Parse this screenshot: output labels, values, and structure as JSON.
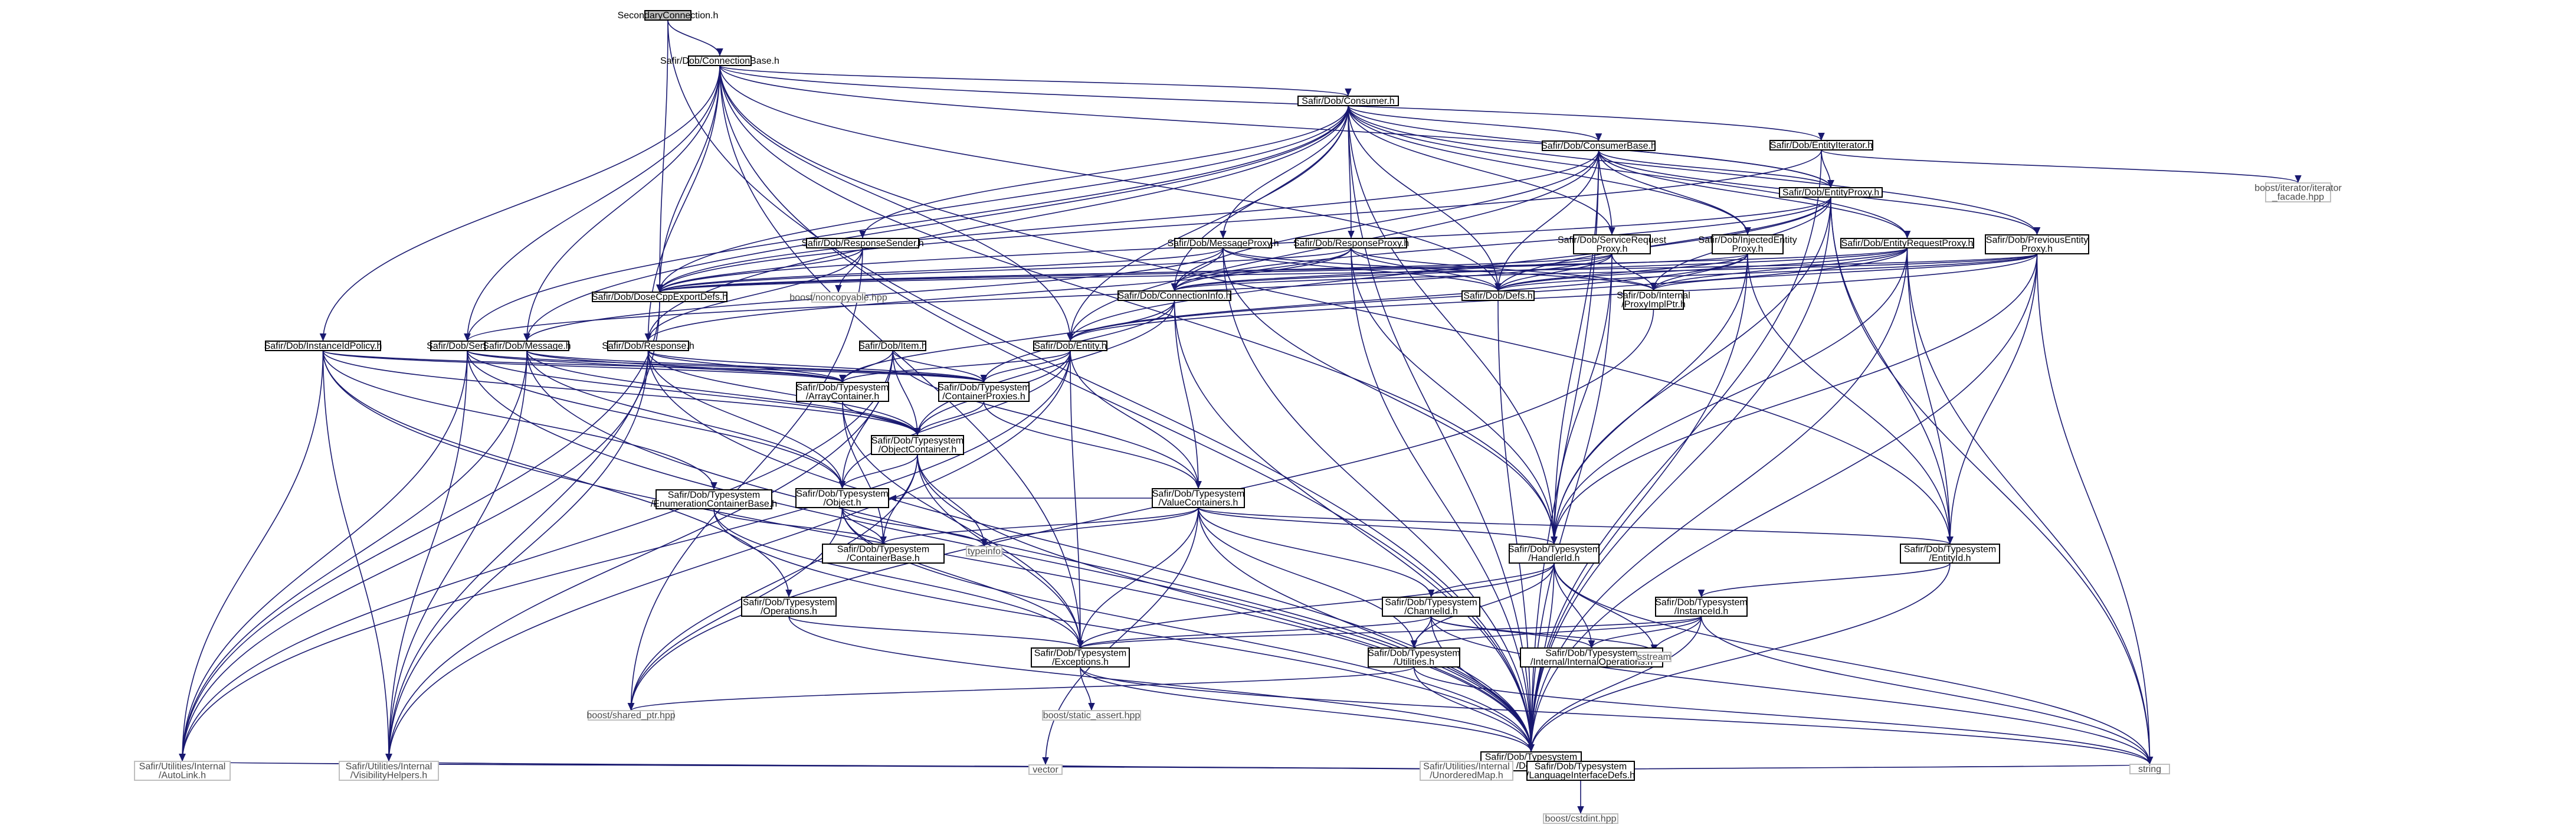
{
  "colors": {
    "edge": "#191970",
    "root_fill": "#bfbfbf",
    "node_border": "#000000",
    "external_border": "#bfbfbf",
    "background": "#ffffff"
  },
  "nodes": [
    {
      "id": "n0",
      "lines": [
        "SecondaryConnection.h"
      ],
      "kind": "root"
    },
    {
      "id": "n1",
      "lines": [
        "Safir/Dob/ConnectionBase.h"
      ],
      "kind": "normal"
    },
    {
      "id": "n2",
      "lines": [
        "Safir/Dob/Consumer.h"
      ],
      "kind": "normal"
    },
    {
      "id": "n3",
      "lines": [
        "Safir/Dob/ConsumerBase.h"
      ],
      "kind": "normal"
    },
    {
      "id": "n4",
      "lines": [
        "Safir/Dob/EntityIterator.h"
      ],
      "kind": "normal"
    },
    {
      "id": "n5",
      "lines": [
        "Safir/Dob/EntityProxy.h"
      ],
      "kind": "normal"
    },
    {
      "id": "n6",
      "lines": [
        "boost/iterator/iterator",
        "_facade.hpp"
      ],
      "kind": "external"
    },
    {
      "id": "n7",
      "lines": [
        "Safir/Dob/ResponseSender.h"
      ],
      "kind": "normal"
    },
    {
      "id": "n8",
      "lines": [
        "Safir/Dob/MessageProxy.h"
      ],
      "kind": "normal"
    },
    {
      "id": "n9",
      "lines": [
        "Safir/Dob/ResponseProxy.h"
      ],
      "kind": "normal"
    },
    {
      "id": "n10",
      "lines": [
        "Safir/Dob/ServiceRequest",
        "Proxy.h"
      ],
      "kind": "normal"
    },
    {
      "id": "n11",
      "lines": [
        "Safir/Dob/InjectedEntity",
        "Proxy.h"
      ],
      "kind": "normal"
    },
    {
      "id": "n12",
      "lines": [
        "Safir/Dob/EntityRequestProxy.h"
      ],
      "kind": "normal"
    },
    {
      "id": "n13",
      "lines": [
        "Safir/Dob/PreviousEntity",
        "Proxy.h"
      ],
      "kind": "normal"
    },
    {
      "id": "n14",
      "lines": [
        "Safir/Dob/DoseCppExportDefs.h"
      ],
      "kind": "normal"
    },
    {
      "id": "n15",
      "lines": [
        "boost/noncopyable.hpp"
      ],
      "kind": "external"
    },
    {
      "id": "n16",
      "lines": [
        "Safir/Dob/ConnectionInfo.h"
      ],
      "kind": "normal"
    },
    {
      "id": "n17",
      "lines": [
        "Safir/Dob/Defs.h"
      ],
      "kind": "normal"
    },
    {
      "id": "n18",
      "lines": [
        "Safir/Dob/Internal",
        "/ProxyImplPtr.h"
      ],
      "kind": "normal"
    },
    {
      "id": "n19",
      "lines": [
        "Safir/Dob/InstanceIdPolicy.h"
      ],
      "kind": "normal"
    },
    {
      "id": "n20",
      "lines": [
        "Safir/Dob/Service.h"
      ],
      "kind": "normal"
    },
    {
      "id": "n21",
      "lines": [
        "Safir/Dob/Message.h"
      ],
      "kind": "normal"
    },
    {
      "id": "n22",
      "lines": [
        "Safir/Dob/Response.h"
      ],
      "kind": "normal"
    },
    {
      "id": "n23",
      "lines": [
        "Safir/Dob/Item.h"
      ],
      "kind": "normal"
    },
    {
      "id": "n24",
      "lines": [
        "Safir/Dob/Entity.h"
      ],
      "kind": "normal"
    },
    {
      "id": "n25",
      "lines": [
        "Safir/Dob/Typesystem",
        "/ArrayContainer.h"
      ],
      "kind": "normal"
    },
    {
      "id": "n26",
      "lines": [
        "Safir/Dob/Typesystem",
        "/ContainerProxies.h"
      ],
      "kind": "normal"
    },
    {
      "id": "n27",
      "lines": [
        "Safir/Dob/Typesystem",
        "/ObjectContainer.h"
      ],
      "kind": "normal"
    },
    {
      "id": "n28",
      "lines": [
        "Safir/Dob/Typesystem",
        "/EnumerationContainerBase.h"
      ],
      "kind": "normal"
    },
    {
      "id": "n29",
      "lines": [
        "Safir/Dob/Typesystem",
        "/Object.h"
      ],
      "kind": "normal"
    },
    {
      "id": "n30",
      "lines": [
        "Safir/Dob/Typesystem",
        "/ValueContainers.h"
      ],
      "kind": "normal"
    },
    {
      "id": "n31",
      "lines": [
        "Safir/Dob/Typesystem",
        "/ContainerBase.h"
      ],
      "kind": "normal"
    },
    {
      "id": "n32",
      "lines": [
        "typeinfo"
      ],
      "kind": "external"
    },
    {
      "id": "n33",
      "lines": [
        "Safir/Dob/Typesystem",
        "/HandlerId.h"
      ],
      "kind": "normal"
    },
    {
      "id": "n34",
      "lines": [
        "Safir/Dob/Typesystem",
        "/EntityId.h"
      ],
      "kind": "normal"
    },
    {
      "id": "n35",
      "lines": [
        "Safir/Dob/Typesystem",
        "/Operations.h"
      ],
      "kind": "normal"
    },
    {
      "id": "n36",
      "lines": [
        "Safir/Dob/Typesystem",
        "/ChannelId.h"
      ],
      "kind": "normal"
    },
    {
      "id": "n37",
      "lines": [
        "Safir/Dob/Typesystem",
        "/InstanceId.h"
      ],
      "kind": "normal"
    },
    {
      "id": "n38",
      "lines": [
        "Safir/Dob/Typesystem",
        "/Exceptions.h"
      ],
      "kind": "normal"
    },
    {
      "id": "n39",
      "lines": [
        "Safir/Dob/Typesystem",
        "/Internal/InternalOperations.h"
      ],
      "kind": "normal"
    },
    {
      "id": "n40",
      "lines": [
        "sstream"
      ],
      "kind": "external"
    },
    {
      "id": "n41",
      "lines": [
        "Safir/Dob/Typesystem",
        "/Utilities.h"
      ],
      "kind": "normal"
    },
    {
      "id": "n42",
      "lines": [
        "boost/shared_ptr.hpp"
      ],
      "kind": "external"
    },
    {
      "id": "n43",
      "lines": [
        "boost/static_assert.hpp"
      ],
      "kind": "external"
    },
    {
      "id": "n44",
      "lines": [
        "Safir/Dob/Typesystem",
        "/Defs.h"
      ],
      "kind": "normal"
    },
    {
      "id": "n45",
      "lines": [
        "Safir/Utilities/Internal",
        "/AutoLink.h"
      ],
      "kind": "external"
    },
    {
      "id": "n46",
      "lines": [
        "Safir/Utilities/Internal",
        "/VisibilityHelpers.h"
      ],
      "kind": "external"
    },
    {
      "id": "n47",
      "lines": [
        "vector"
      ],
      "kind": "external"
    },
    {
      "id": "n48",
      "lines": [
        "Safir/Utilities/Internal",
        "/UnorderedMap.h"
      ],
      "kind": "external"
    },
    {
      "id": "n49",
      "lines": [
        "Safir/Dob/Typesystem",
        "/LanguageInterfaceDefs.h"
      ],
      "kind": "normal"
    },
    {
      "id": "n50",
      "lines": [
        "string"
      ],
      "kind": "external"
    },
    {
      "id": "n51",
      "lines": [
        "boost/cstdint.hpp"
      ],
      "kind": "external"
    }
  ],
  "edges": [
    [
      "n0",
      "n1"
    ],
    [
      "n0",
      "n14"
    ],
    [
      "n0",
      "n44"
    ],
    [
      "n1",
      "n2"
    ],
    [
      "n1",
      "n4"
    ],
    [
      "n1",
      "n14"
    ],
    [
      "n1",
      "n17"
    ],
    [
      "n1",
      "n19"
    ],
    [
      "n1",
      "n20"
    ],
    [
      "n1",
      "n21"
    ],
    [
      "n1",
      "n22"
    ],
    [
      "n1",
      "n24"
    ],
    [
      "n1",
      "n33"
    ],
    [
      "n1",
      "n34"
    ],
    [
      "n1",
      "n44"
    ],
    [
      "n1",
      "n5"
    ],
    [
      "n1",
      "n38"
    ],
    [
      "n2",
      "n3"
    ],
    [
      "n2",
      "n5"
    ],
    [
      "n2",
      "n7"
    ],
    [
      "n2",
      "n8"
    ],
    [
      "n2",
      "n9"
    ],
    [
      "n2",
      "n10"
    ],
    [
      "n2",
      "n11"
    ],
    [
      "n2",
      "n12"
    ],
    [
      "n2",
      "n13"
    ],
    [
      "n2",
      "n14"
    ],
    [
      "n2",
      "n17"
    ],
    [
      "n2",
      "n20"
    ],
    [
      "n2",
      "n21"
    ],
    [
      "n2",
      "n22"
    ],
    [
      "n2",
      "n24"
    ],
    [
      "n2",
      "n33"
    ],
    [
      "n2",
      "n44"
    ],
    [
      "n2",
      "n16"
    ],
    [
      "n3",
      "n5"
    ],
    [
      "n3",
      "n10"
    ],
    [
      "n3",
      "n11"
    ],
    [
      "n3",
      "n12"
    ],
    [
      "n3",
      "n13"
    ],
    [
      "n3",
      "n14"
    ],
    [
      "n3",
      "n17"
    ],
    [
      "n3",
      "n33"
    ],
    [
      "n3",
      "n44"
    ],
    [
      "n3",
      "n16"
    ],
    [
      "n3",
      "n24"
    ],
    [
      "n4",
      "n5"
    ],
    [
      "n4",
      "n6"
    ],
    [
      "n4",
      "n14"
    ],
    [
      "n4",
      "n44"
    ],
    [
      "n5",
      "n14"
    ],
    [
      "n5",
      "n16"
    ],
    [
      "n5",
      "n17"
    ],
    [
      "n5",
      "n18"
    ],
    [
      "n5",
      "n24"
    ],
    [
      "n5",
      "n33"
    ],
    [
      "n5",
      "n34"
    ],
    [
      "n5",
      "n44"
    ],
    [
      "n5",
      "n50"
    ],
    [
      "n7",
      "n14"
    ],
    [
      "n7",
      "n15"
    ],
    [
      "n7",
      "n22"
    ],
    [
      "n7",
      "n42"
    ],
    [
      "n8",
      "n14"
    ],
    [
      "n8",
      "n16"
    ],
    [
      "n8",
      "n17"
    ],
    [
      "n8",
      "n18"
    ],
    [
      "n8",
      "n21"
    ],
    [
      "n8",
      "n33"
    ],
    [
      "n8",
      "n44"
    ],
    [
      "n9",
      "n14"
    ],
    [
      "n9",
      "n16"
    ],
    [
      "n9",
      "n17"
    ],
    [
      "n9",
      "n18"
    ],
    [
      "n9",
      "n22"
    ],
    [
      "n9",
      "n33"
    ],
    [
      "n9",
      "n44"
    ],
    [
      "n10",
      "n14"
    ],
    [
      "n10",
      "n16"
    ],
    [
      "n10",
      "n17"
    ],
    [
      "n10",
      "n18"
    ],
    [
      "n10",
      "n20"
    ],
    [
      "n10",
      "n33"
    ],
    [
      "n10",
      "n44"
    ],
    [
      "n11",
      "n14"
    ],
    [
      "n11",
      "n17"
    ],
    [
      "n11",
      "n18"
    ],
    [
      "n11",
      "n24"
    ],
    [
      "n11",
      "n33"
    ],
    [
      "n11",
      "n34"
    ],
    [
      "n11",
      "n44"
    ],
    [
      "n12",
      "n14"
    ],
    [
      "n12",
      "n16"
    ],
    [
      "n12",
      "n17"
    ],
    [
      "n12",
      "n18"
    ],
    [
      "n12",
      "n24"
    ],
    [
      "n12",
      "n33"
    ],
    [
      "n12",
      "n34"
    ],
    [
      "n12",
      "n44"
    ],
    [
      "n12",
      "n50"
    ],
    [
      "n13",
      "n14"
    ],
    [
      "n13",
      "n16"
    ],
    [
      "n13",
      "n17"
    ],
    [
      "n13",
      "n18"
    ],
    [
      "n13",
      "n24"
    ],
    [
      "n13",
      "n33"
    ],
    [
      "n13",
      "n34"
    ],
    [
      "n13",
      "n44"
    ],
    [
      "n13",
      "n50"
    ],
    [
      "n14",
      "n45"
    ],
    [
      "n14",
      "n46"
    ],
    [
      "n16",
      "n25"
    ],
    [
      "n16",
      "n26"
    ],
    [
      "n16",
      "n27"
    ],
    [
      "n16",
      "n30"
    ],
    [
      "n16",
      "n44"
    ],
    [
      "n17",
      "n44"
    ],
    [
      "n18",
      "n42"
    ],
    [
      "n19",
      "n25"
    ],
    [
      "n19",
      "n26"
    ],
    [
      "n19",
      "n27"
    ],
    [
      "n19",
      "n28"
    ],
    [
      "n19",
      "n35"
    ],
    [
      "n19",
      "n44"
    ],
    [
      "n19",
      "n45"
    ],
    [
      "n19",
      "n46"
    ],
    [
      "n20",
      "n25"
    ],
    [
      "n20",
      "n26"
    ],
    [
      "n20",
      "n27"
    ],
    [
      "n20",
      "n29"
    ],
    [
      "n20",
      "n44"
    ],
    [
      "n20",
      "n45"
    ],
    [
      "n20",
      "n46"
    ],
    [
      "n21",
      "n25"
    ],
    [
      "n21",
      "n26"
    ],
    [
      "n21",
      "n27"
    ],
    [
      "n21",
      "n29"
    ],
    [
      "n21",
      "n44"
    ],
    [
      "n21",
      "n45"
    ],
    [
      "n21",
      "n46"
    ],
    [
      "n22",
      "n25"
    ],
    [
      "n22",
      "n26"
    ],
    [
      "n22",
      "n27"
    ],
    [
      "n22",
      "n29"
    ],
    [
      "n22",
      "n44"
    ],
    [
      "n22",
      "n45"
    ],
    [
      "n22",
      "n46"
    ],
    [
      "n23",
      "n25"
    ],
    [
      "n23",
      "n26"
    ],
    [
      "n23",
      "n27"
    ],
    [
      "n23",
      "n29"
    ],
    [
      "n23",
      "n30"
    ],
    [
      "n23",
      "n45"
    ],
    [
      "n23",
      "n46"
    ],
    [
      "n24",
      "n25"
    ],
    [
      "n24",
      "n26"
    ],
    [
      "n24",
      "n27"
    ],
    [
      "n24",
      "n29"
    ],
    [
      "n24",
      "n30"
    ],
    [
      "n24",
      "n38"
    ],
    [
      "n24",
      "n45"
    ],
    [
      "n24",
      "n46"
    ],
    [
      "n25",
      "n27"
    ],
    [
      "n25",
      "n31"
    ],
    [
      "n25",
      "n38"
    ],
    [
      "n26",
      "n27"
    ],
    [
      "n26",
      "n30"
    ],
    [
      "n27",
      "n29"
    ],
    [
      "n27",
      "n31"
    ],
    [
      "n27",
      "n32"
    ],
    [
      "n27",
      "n38"
    ],
    [
      "n27",
      "n44"
    ],
    [
      "n27",
      "n42"
    ],
    [
      "n28",
      "n31"
    ],
    [
      "n28",
      "n38"
    ],
    [
      "n28",
      "n44"
    ],
    [
      "n29",
      "n31"
    ],
    [
      "n29",
      "n32"
    ],
    [
      "n29",
      "n38"
    ],
    [
      "n29",
      "n44"
    ],
    [
      "n29",
      "n42"
    ],
    [
      "n30",
      "n31"
    ],
    [
      "n30",
      "n32"
    ],
    [
      "n30",
      "n33"
    ],
    [
      "n30",
      "n34"
    ],
    [
      "n30",
      "n36"
    ],
    [
      "n30",
      "n38"
    ],
    [
      "n30",
      "n44"
    ],
    [
      "n30",
      "n47"
    ],
    [
      "n30",
      "n41"
    ],
    [
      "n30",
      "n29"
    ],
    [
      "n33",
      "n36"
    ],
    [
      "n33",
      "n38"
    ],
    [
      "n33",
      "n39"
    ],
    [
      "n33",
      "n40"
    ],
    [
      "n33",
      "n41"
    ],
    [
      "n33",
      "n44"
    ],
    [
      "n33",
      "n50"
    ],
    [
      "n34",
      "n37"
    ],
    [
      "n34",
      "n44"
    ],
    [
      "n35",
      "n38"
    ],
    [
      "n35",
      "n44"
    ],
    [
      "n36",
      "n38"
    ],
    [
      "n36",
      "n39"
    ],
    [
      "n36",
      "n40"
    ],
    [
      "n36",
      "n41"
    ],
    [
      "n36",
      "n44"
    ],
    [
      "n36",
      "n50"
    ],
    [
      "n37",
      "n38"
    ],
    [
      "n37",
      "n39"
    ],
    [
      "n37",
      "n40"
    ],
    [
      "n37",
      "n41"
    ],
    [
      "n37",
      "n44"
    ],
    [
      "n37",
      "n50"
    ],
    [
      "n38",
      "n43"
    ],
    [
      "n38",
      "n44"
    ],
    [
      "n38",
      "n50"
    ],
    [
      "n41",
      "n42"
    ],
    [
      "n41",
      "n44"
    ],
    [
      "n41",
      "n50"
    ],
    [
      "n44",
      "n45"
    ],
    [
      "n44",
      "n46"
    ],
    [
      "n44",
      "n47"
    ],
    [
      "n44",
      "n48"
    ],
    [
      "n44",
      "n49"
    ],
    [
      "n44",
      "n50"
    ],
    [
      "n49",
      "n51"
    ]
  ]
}
